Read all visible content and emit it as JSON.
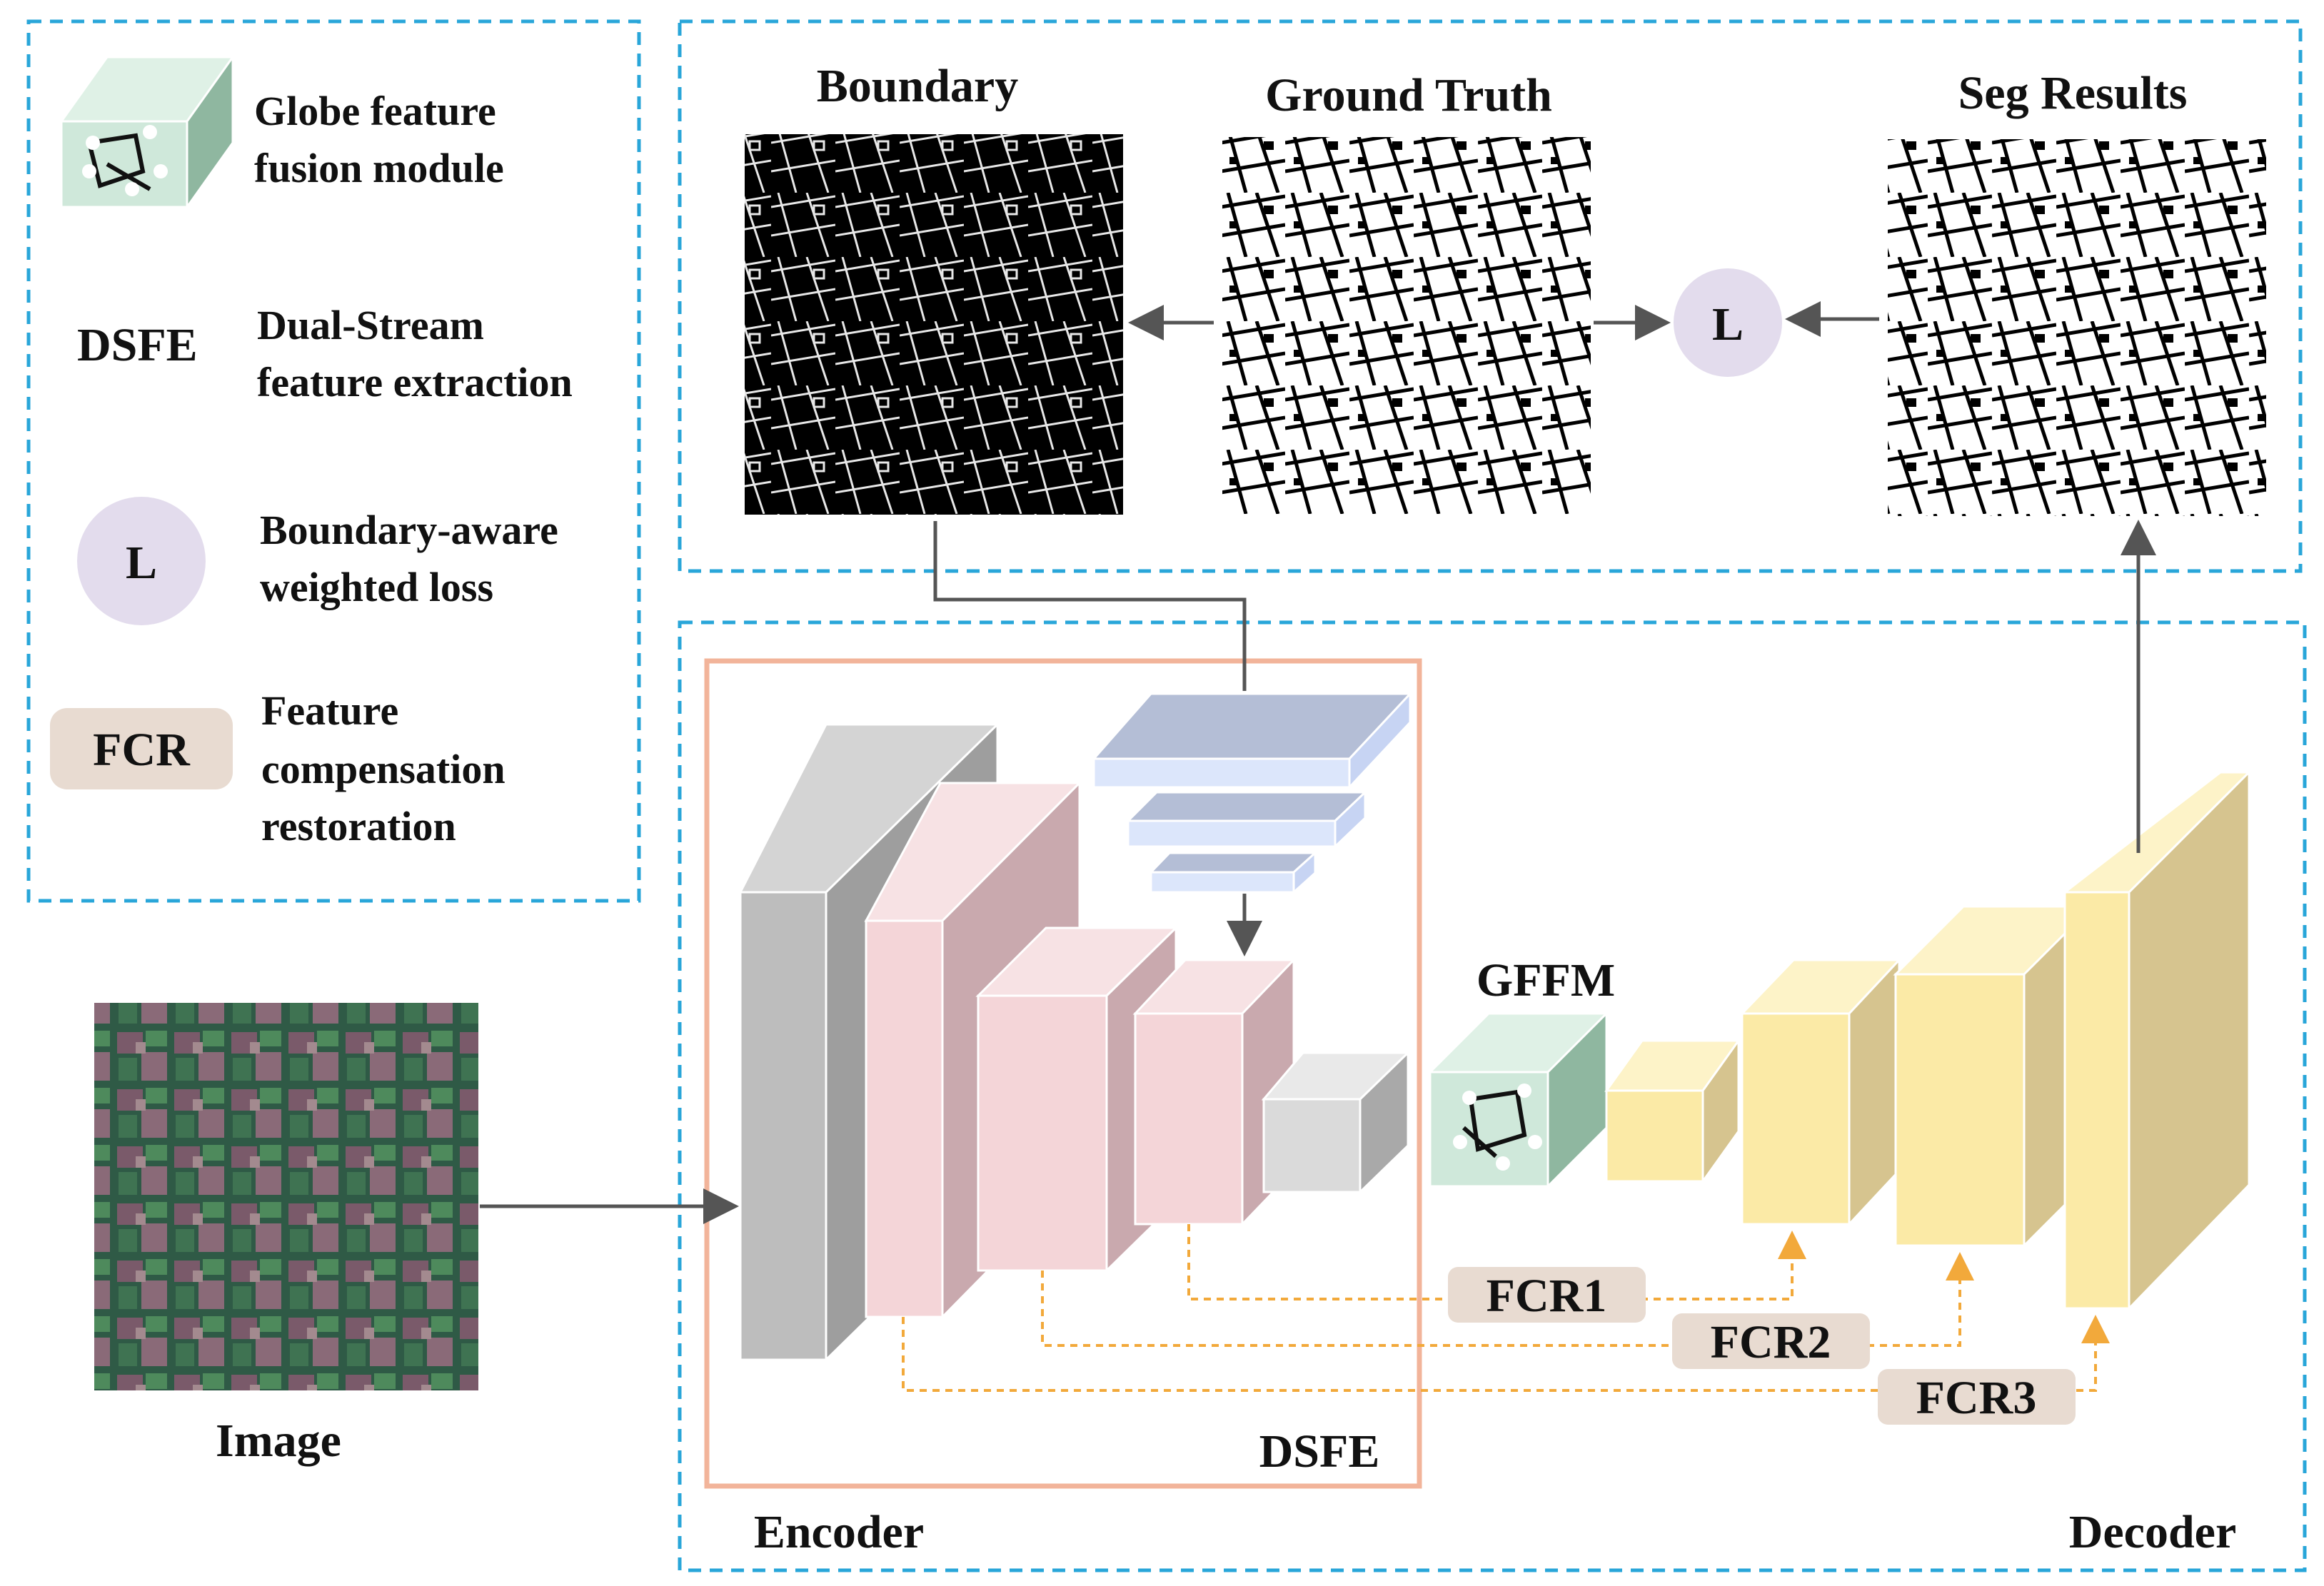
{
  "legend": {
    "gffm": {
      "line1": "Globe feature",
      "line2": "fusion module"
    },
    "dsfe": {
      "abbr": "DSFE",
      "line1": "Dual-Stream",
      "line2": "feature extraction"
    },
    "loss": {
      "abbr": "L",
      "line1": "Boundary-aware",
      "line2": "weighted loss"
    },
    "fcr": {
      "abbr": "FCR",
      "line1": "Feature",
      "line2": "compensation",
      "line3": "restoration"
    }
  },
  "top": {
    "boundary": "Boundary",
    "ground_truth": "Ground Truth",
    "seg_results": "Seg Results",
    "loss": "L"
  },
  "bottom": {
    "image": "Image",
    "gffm": "GFFM",
    "dsfe": "DSFE",
    "encoder": "Encoder",
    "decoder": "Decoder",
    "fcr1": "FCR1",
    "fcr2": "FCR2",
    "fcr3": "FCR3"
  },
  "colors": {
    "dashed_border": "#29a6d9",
    "dsfe_border": "#f2b49a",
    "gray_block": "#bdbdbd",
    "pink_block": "#f4d5d8",
    "blue_block": "#c6cfe3",
    "green_block": "#cfe8da",
    "yellow_block": "#fbeaa6",
    "fcr_fill": "#e8dbd1",
    "loss_fill": "#e3dced",
    "skip_arrow": "#f2a93b",
    "main_arrow": "#555555"
  }
}
